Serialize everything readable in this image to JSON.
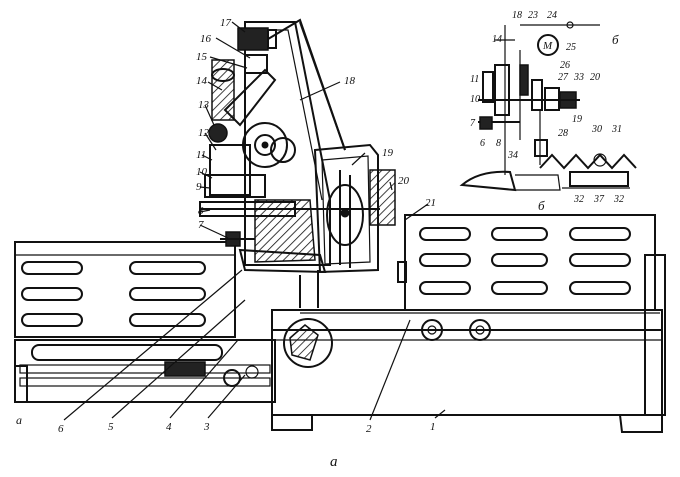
{
  "figure": {
    "caption": "а",
    "main_view_labels": [
      "17",
      "16",
      "15",
      "14",
      "13",
      "12",
      "11",
      "10",
      "9",
      "8",
      "7",
      "18",
      "19",
      "20",
      "21",
      "б",
      "а",
      "6",
      "5",
      "4",
      "3",
      "2",
      "1"
    ],
    "inset_title": "б",
    "inset_labels": [
      "18",
      "23",
      "24",
      "25",
      "14",
      "26",
      "11",
      "10",
      "27",
      "33",
      "20",
      "7",
      "19",
      "6",
      "8",
      "34",
      "28",
      "30",
      "31",
      "32",
      "37",
      "32"
    ],
    "colors": {
      "ink": "#111111",
      "paper": "#ffffff"
    }
  }
}
